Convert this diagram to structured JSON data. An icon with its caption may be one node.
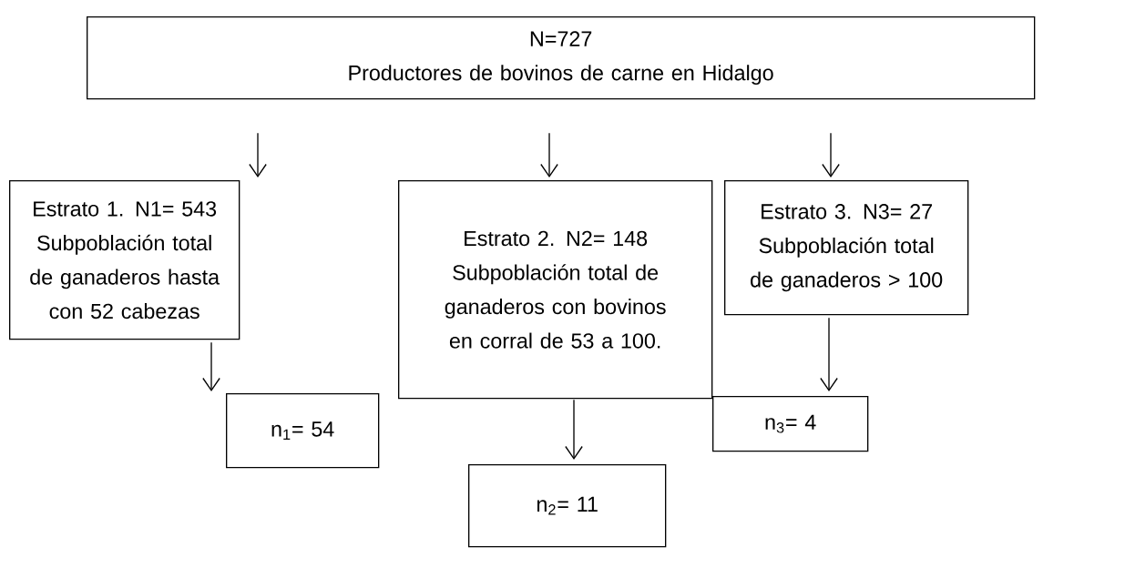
{
  "diagram": {
    "nodes": [
      {
        "text": [
          "N=727",
          "Productores de bovinos de carne  en Hidalgo"
        ]
      },
      {
        "text": [
          "Estrato 1.  N1= 543",
          "Subpoblación total de ganaderos hasta con 52 cabezas"
        ]
      },
      {
        "text": [
          "Estrato 2.   N2= 148",
          "Subpoblación total de ganaderos con bovinos en corral de 53 a 100."
        ]
      },
      {
        "text": [
          "Estrato 3.   N3= 27",
          "Subpoblación total de ganaderos > 100"
        ]
      },
      {
        "text": [
          "n$_{1}$= 54"
        ]
      },
      {
        "text": [
          "n$_{2}$= 11"
        ]
      },
      {
        "text": [
          "n$_{3}$= 4"
        ]
      }
    ],
    "edges": [
      {
        "from": 0,
        "to": 1,
        "arrow": "to"
      },
      {
        "from": 0,
        "to": 2,
        "arrow": "to"
      },
      {
        "from": 0,
        "to": 3,
        "arrow": "to"
      },
      {
        "from": 1,
        "to": 4,
        "arrow": "to"
      },
      {
        "from": 2,
        "to": 5,
        "arrow": "to"
      },
      {
        "from": 3,
        "to": 6,
        "arrow": "to"
      }
    ]
  }
}
